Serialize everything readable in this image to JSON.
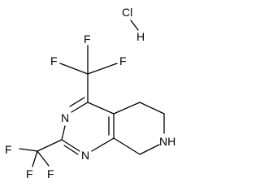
{
  "molecule": {
    "salt": {
      "cl": "Cl",
      "h": "H"
    },
    "atoms": {
      "cf3_top": {
        "f1": "F",
        "f2": "F",
        "f3": "F"
      },
      "cf3_left": {
        "f1": "F",
        "f2": "F",
        "f3": "F"
      },
      "ring_n_top": "N",
      "ring_n_bottom": "N",
      "amine": "NH"
    },
    "colors": {
      "ink": "#000000",
      "background": "#ffffff"
    }
  }
}
